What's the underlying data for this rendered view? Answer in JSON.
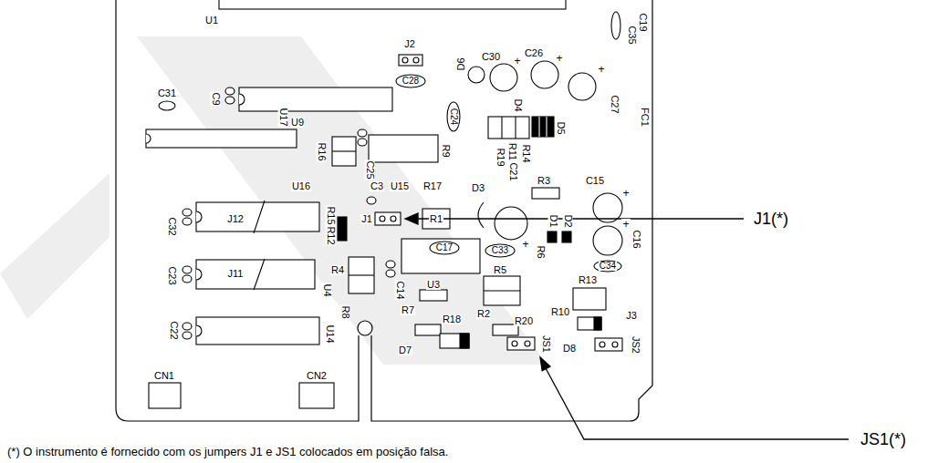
{
  "diagram": {
    "caption": "(*) O instrumento é fornecido com os jumpers J1 e JS1 colocados em posição falsa.",
    "labels": [
      "U1",
      "C19",
      "C35",
      "J2",
      "D6",
      "C30",
      "+",
      "C26",
      "+",
      "C31",
      "C9",
      "C28",
      "C27",
      "+",
      "FC1",
      "D4",
      "C24",
      "U9",
      "U17",
      "D5",
      "R16",
      "R9",
      "R19",
      "R11",
      "C21",
      "R14",
      "C25",
      "R3",
      "C15",
      "+",
      "U16",
      "C3",
      "U15",
      "R17",
      "D3",
      "C32",
      "J12",
      "R15",
      "R12",
      "J1",
      "R1",
      "D1",
      "D2",
      "+",
      "C16",
      "+",
      "R6",
      "C17",
      "C33",
      "C34",
      "R5",
      "R4",
      "J11",
      "C23",
      "U4",
      "C14",
      "R13",
      "U3",
      "R8",
      "R7",
      "R2",
      "R10",
      "J3",
      "R18",
      "R20",
      "C22",
      "U14",
      "D7",
      "JS1",
      "D8",
      "JS2",
      "CN1",
      "CN2",
      "J1(*)",
      "JS1(*)"
    ]
  }
}
